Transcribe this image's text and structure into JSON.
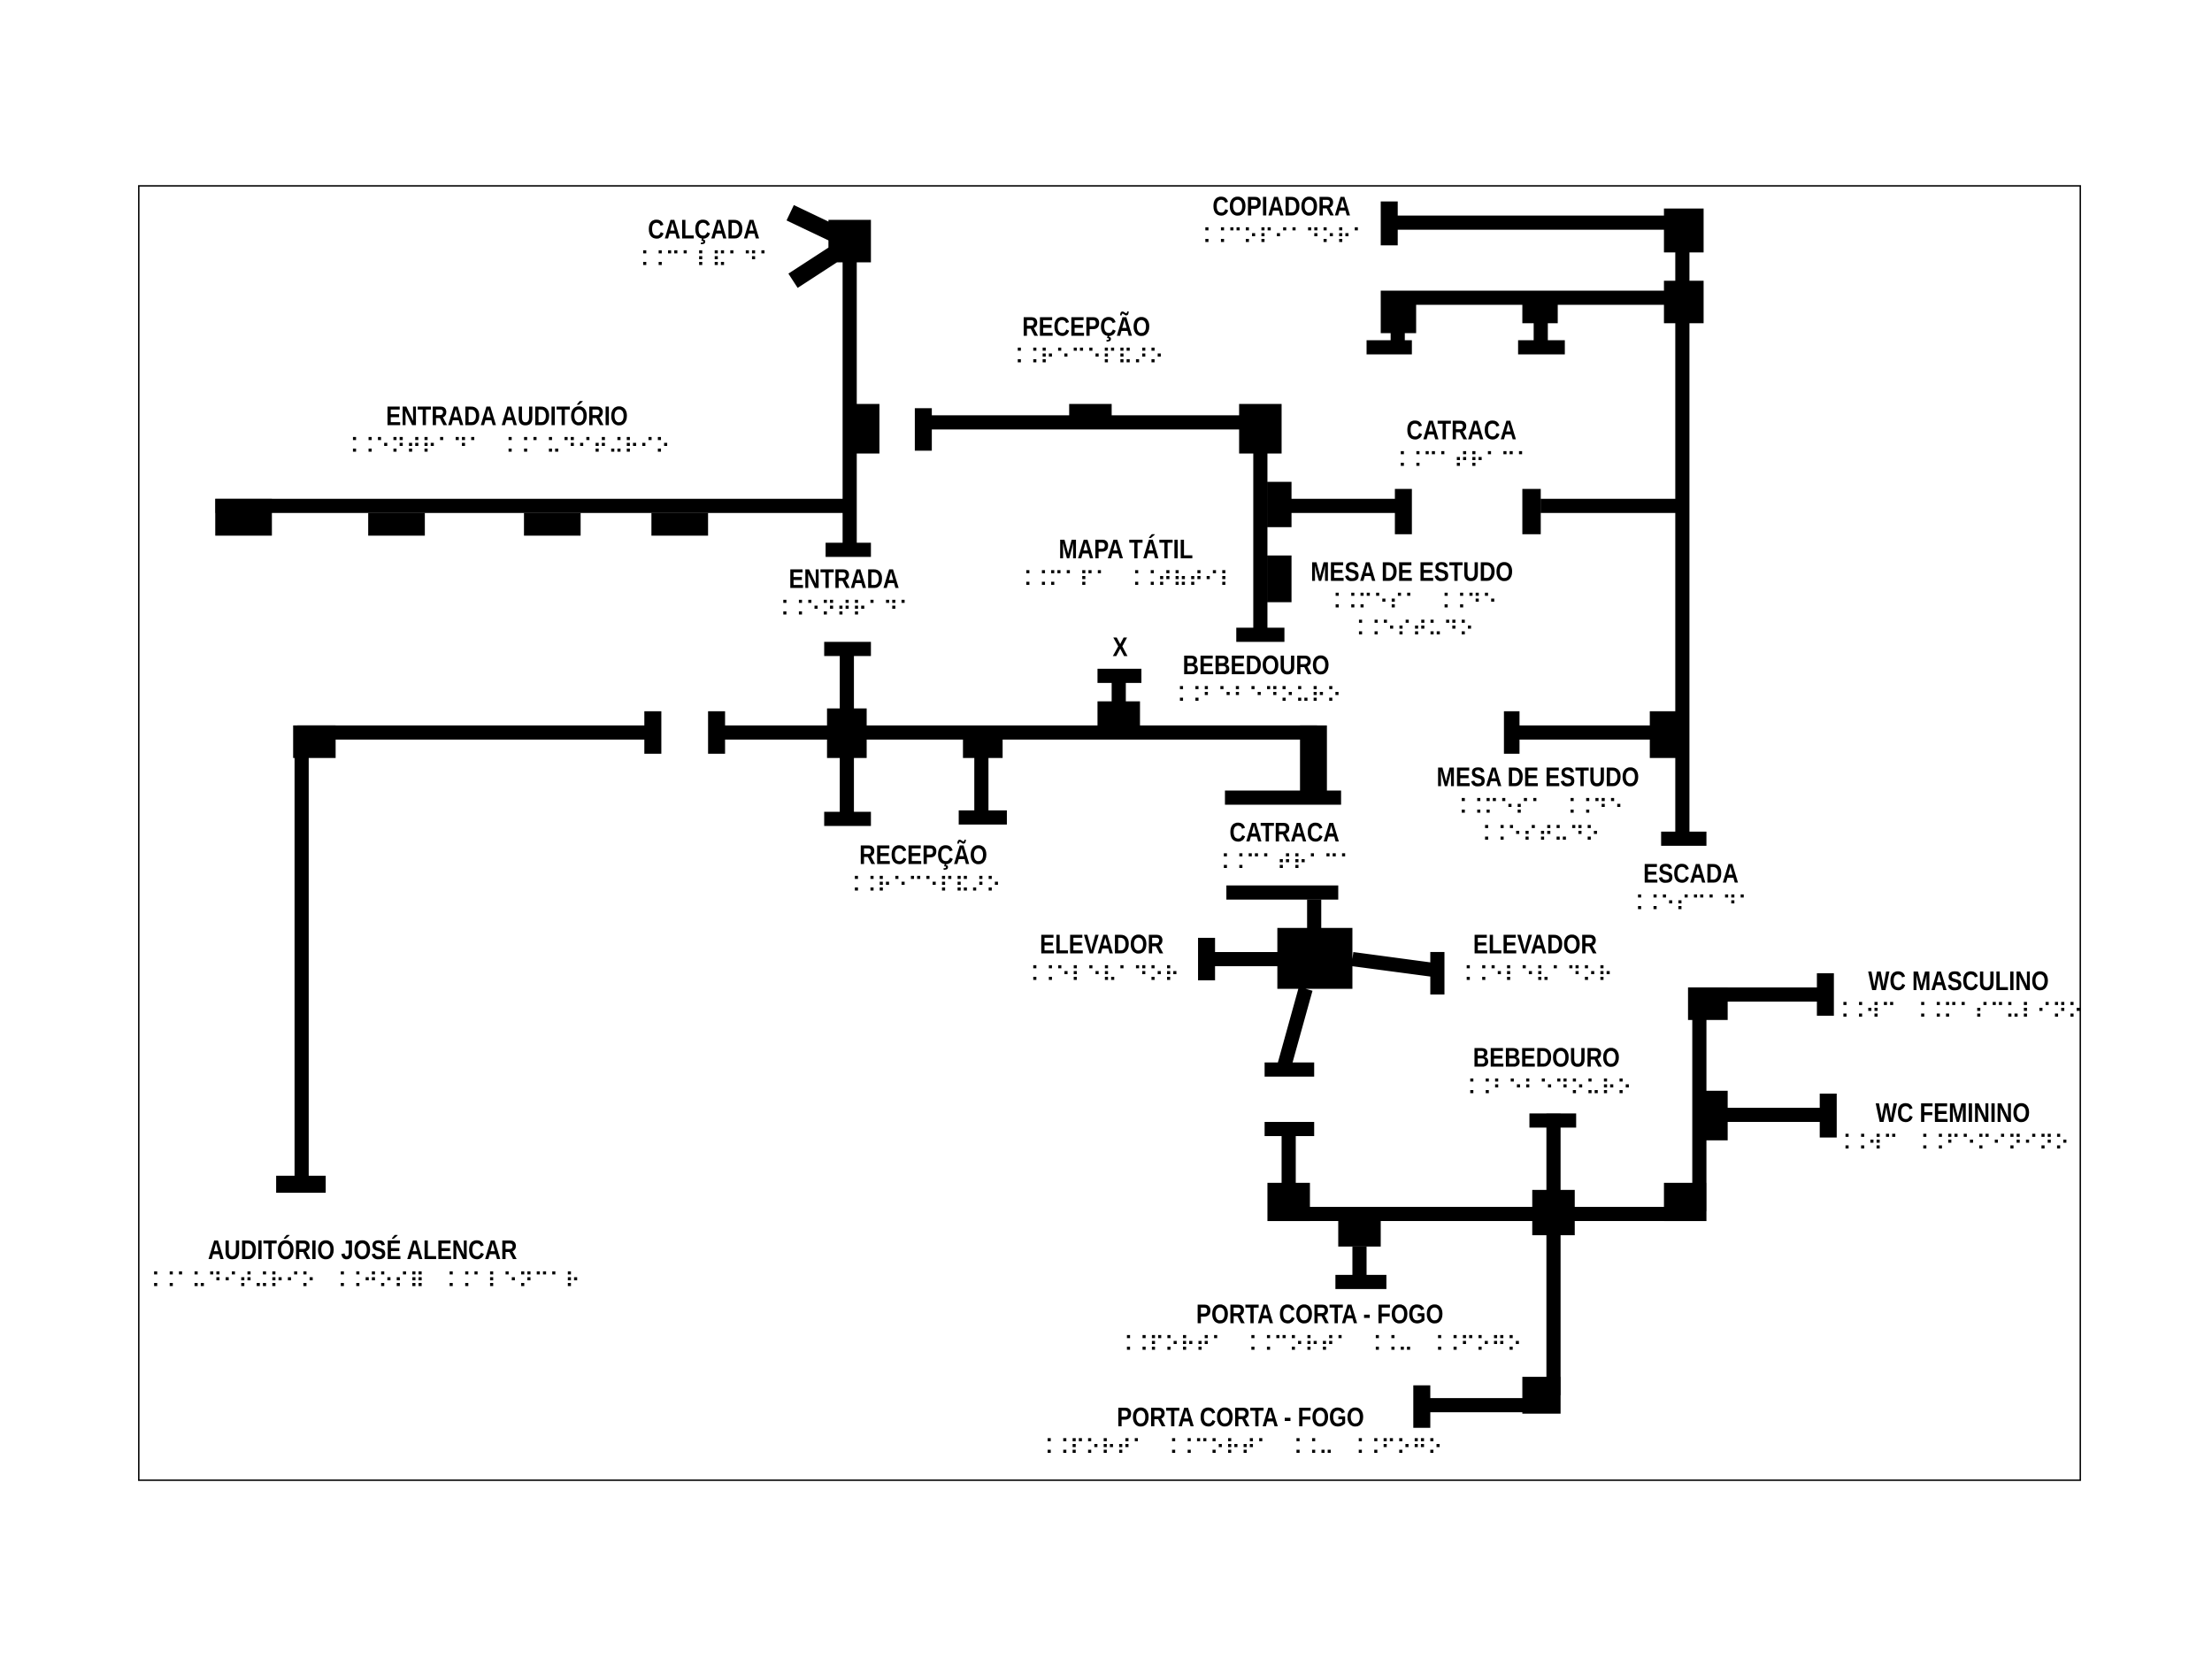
{
  "map": {
    "line_color": "#000000",
    "background": "#ffffff",
    "labels": [
      {
        "id": "calcada",
        "text": "CALÇADA"
      },
      {
        "id": "copiadora",
        "text": "COPIADORA"
      },
      {
        "id": "recepcao-top",
        "text": "RECEPÇÃO"
      },
      {
        "id": "entrada-auditorio",
        "text": "ENTRADA AUDITÓRIO"
      },
      {
        "id": "catraca-top",
        "text": "CATRACA"
      },
      {
        "id": "mapa-tatil",
        "text": "MAPA TÁTIL"
      },
      {
        "id": "mesa-estudo-1",
        "text": "MESA DE ESTUDO"
      },
      {
        "id": "entrada",
        "text": "ENTRADA"
      },
      {
        "id": "x-marker",
        "text": "X"
      },
      {
        "id": "bebedouro-1",
        "text": "BEBEDOURO"
      },
      {
        "id": "mesa-estudo-2",
        "text": "MESA DE ESTUDO"
      },
      {
        "id": "catraca-bottom",
        "text": "CATRACA"
      },
      {
        "id": "recepcao-bottom",
        "text": "RECEPÇÃO"
      },
      {
        "id": "escada",
        "text": "ESCADA"
      },
      {
        "id": "elevador-left",
        "text": "ELEVADOR"
      },
      {
        "id": "elevador-right",
        "text": "ELEVADOR"
      },
      {
        "id": "wc-masculino",
        "text": "WC MASCULINO"
      },
      {
        "id": "bebedouro-2",
        "text": "BEBEDOURO"
      },
      {
        "id": "wc-feminino",
        "text": "WC FEMININO"
      },
      {
        "id": "auditorio",
        "text": "AUDITÓRIO JOSÉ ALENCAR"
      },
      {
        "id": "porta-corta-fogo-1",
        "text": "PORTA CORTA - FOGO"
      },
      {
        "id": "porta-corta-fogo-2",
        "text": "PORTA CORTA - FOGO"
      }
    ]
  }
}
